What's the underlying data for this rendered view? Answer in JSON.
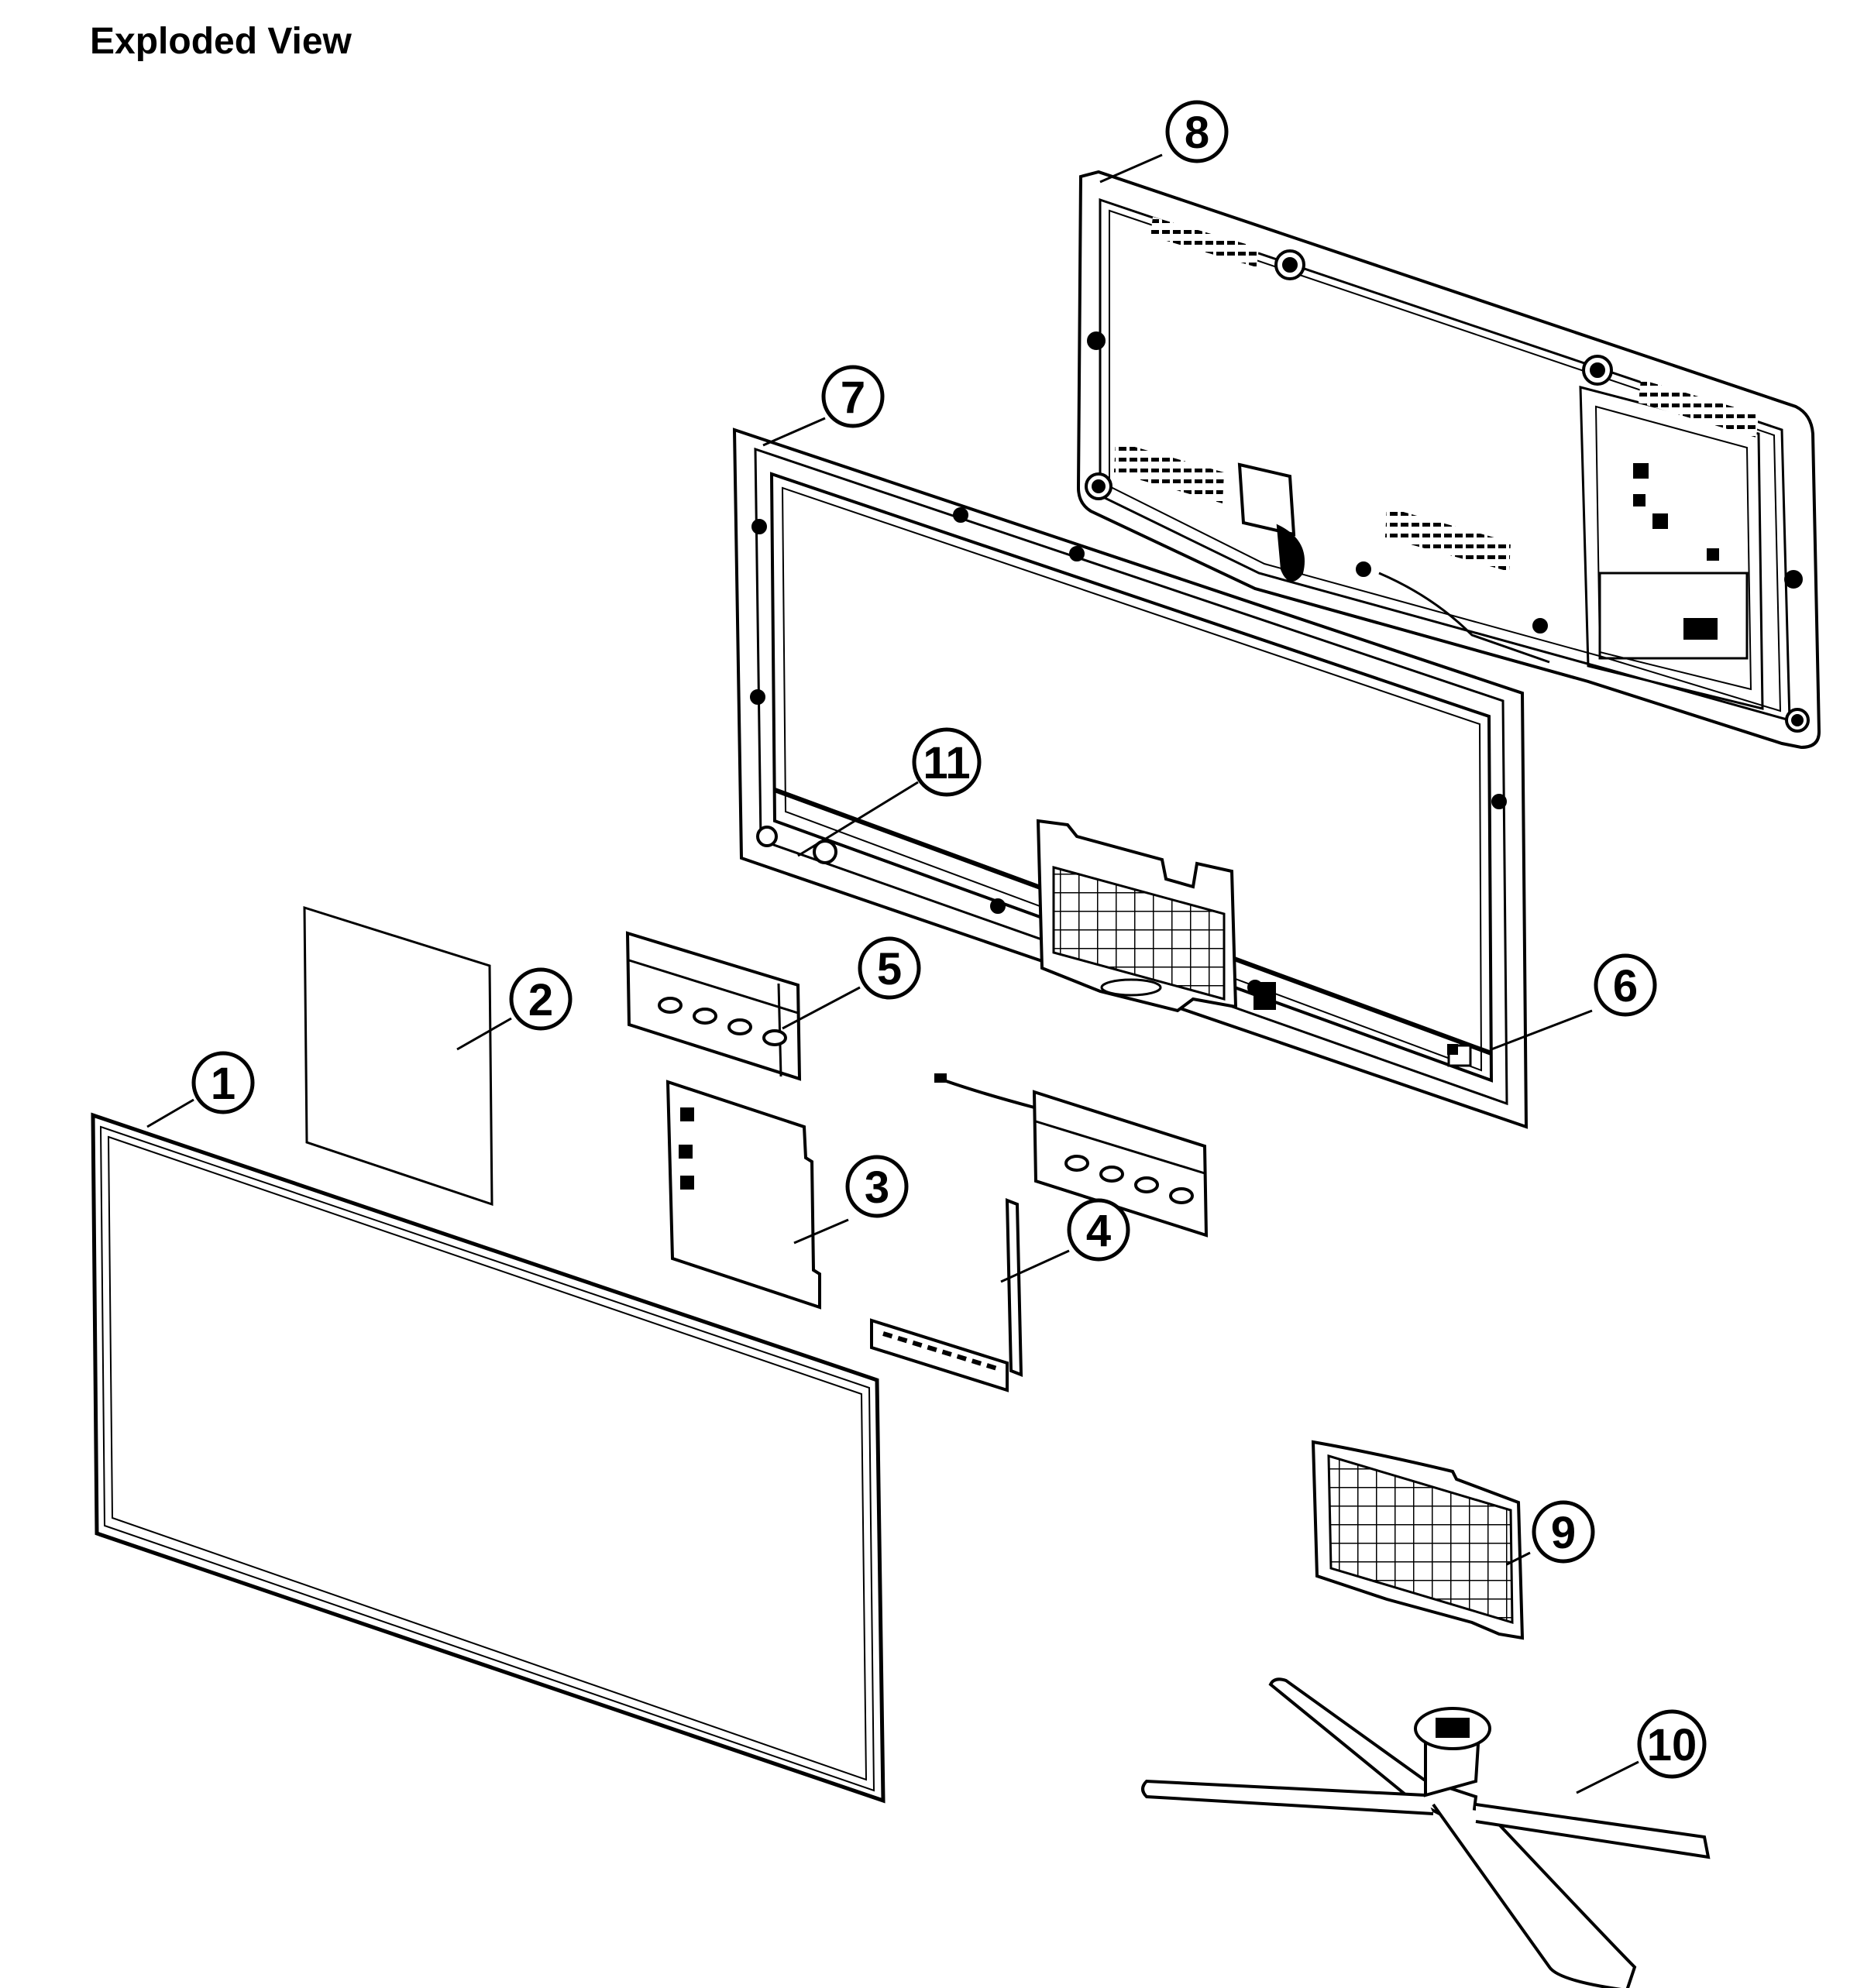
{
  "title": "Exploded View",
  "parts": [
    {
      "id": "part-1",
      "label": "1"
    },
    {
      "id": "part-2",
      "label": "2"
    },
    {
      "id": "part-3",
      "label": "3"
    },
    {
      "id": "part-4",
      "label": "4"
    },
    {
      "id": "part-5",
      "label": "5"
    },
    {
      "id": "part-6",
      "label": "6"
    },
    {
      "id": "part-7",
      "label": "7"
    },
    {
      "id": "part-8",
      "label": "8"
    },
    {
      "id": "part-9",
      "label": "9"
    },
    {
      "id": "part-10",
      "label": "10"
    },
    {
      "id": "part-11",
      "label": "11"
    }
  ]
}
